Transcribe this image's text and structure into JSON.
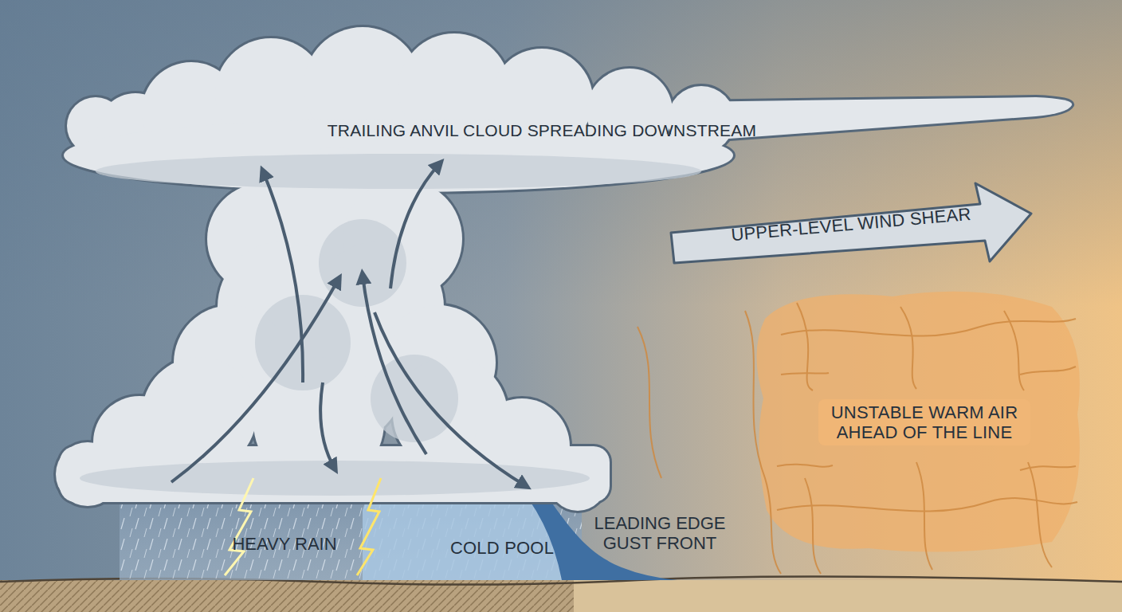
{
  "diagram": {
    "nodes": [
      {
        "text": [
          "TRAILING ANVIL CLOUD SPREADING DOWNSTREAM"
        ]
      },
      {
        "text": [
          "UPPER-LEVEL WIND SHEAR"
        ]
      },
      {
        "text": [
          "UNSTABLE WARM AIR AHEAD OF THE LINE"
        ]
      },
      {
        "text": [
          "COLD POOL"
        ]
      }
    ],
    "labels": [
      "HEAVY RAIN",
      "LEADING EDGE GUST FRONT"
    ]
  }
}
